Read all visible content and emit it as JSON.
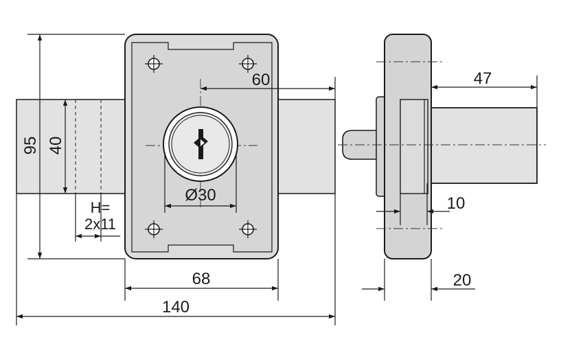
{
  "dimensions": {
    "overall_width": "140",
    "body_width": "68",
    "height": "95",
    "bolt_height": "40",
    "bolt_throw": "60",
    "cylinder_diameter": "Ø30",
    "hole_label": "H=",
    "hole_size": "2x11",
    "side_projection": "47",
    "flange_offset": "10",
    "plate_thickness": "20"
  },
  "colors": {
    "body_fill": "#dcdcdc",
    "body_inner": "#d4d4d4",
    "bolt_fill": "#e2e2e2",
    "line": "#1a1a1a"
  }
}
